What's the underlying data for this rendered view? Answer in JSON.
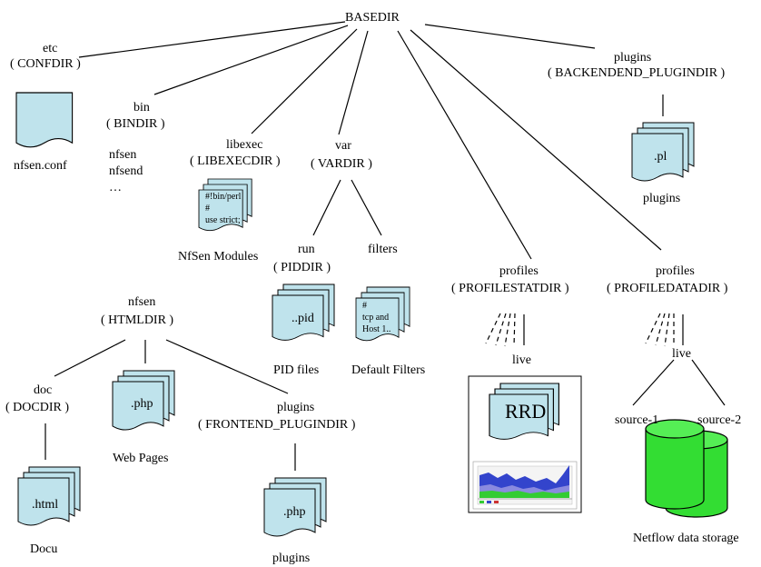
{
  "root": {
    "label": "BASEDIR"
  },
  "etc": {
    "name": "etc",
    "var": "( CONFDIR )",
    "file": "nfsen.conf"
  },
  "bin": {
    "name": "bin",
    "var": "( BINDIR )",
    "files": [
      "nfsen",
      "nfsend",
      "…"
    ]
  },
  "libexec": {
    "name": "libexec",
    "var": "( LIBEXECDIR )",
    "doc_lines": [
      "#!bin/perl",
      "#",
      "use strict;"
    ],
    "caption": "NfSen Modules"
  },
  "var": {
    "name": "var",
    "var": "( VARDIR )"
  },
  "run": {
    "name": "run",
    "var": "( PIDDIR )",
    "doc": "..pid",
    "caption": "PID files"
  },
  "filters": {
    "name": "filters",
    "doc_lines": [
      "#",
      "tcp and",
      "Host 1.."
    ],
    "caption": "Default Filters"
  },
  "backend_plugins": {
    "name": "plugins",
    "var": "( BACKENDEND_PLUGINDIR )",
    "doc": ".pl",
    "caption": "plugins"
  },
  "profilestat": {
    "name": "profiles",
    "var": "( PROFILESTATDIR )",
    "child": "live",
    "doc": "RRD"
  },
  "profiledata": {
    "name": "profiles",
    "var": "( PROFILEDATADIR )",
    "child": "live",
    "sources": [
      "source-1",
      "source-2"
    ],
    "caption": "Netflow data storage"
  },
  "html": {
    "name": "nfsen",
    "var": "( HTMLDIR )"
  },
  "doc": {
    "name": "doc",
    "var": "( DOCDIR )",
    "doc": ".html",
    "caption": "Docu"
  },
  "webpages": {
    "doc": ".php",
    "caption": "Web Pages"
  },
  "frontend_plugins": {
    "name": "plugins",
    "var": "( FRONTEND_PLUGINDIR )",
    "doc": ".php",
    "caption": "plugins"
  },
  "colors": {
    "doc_fill": "#bfe3ec",
    "disk_green": "#33dd33",
    "chart_blue": "#3344cc",
    "chart_green": "#33cc33"
  }
}
